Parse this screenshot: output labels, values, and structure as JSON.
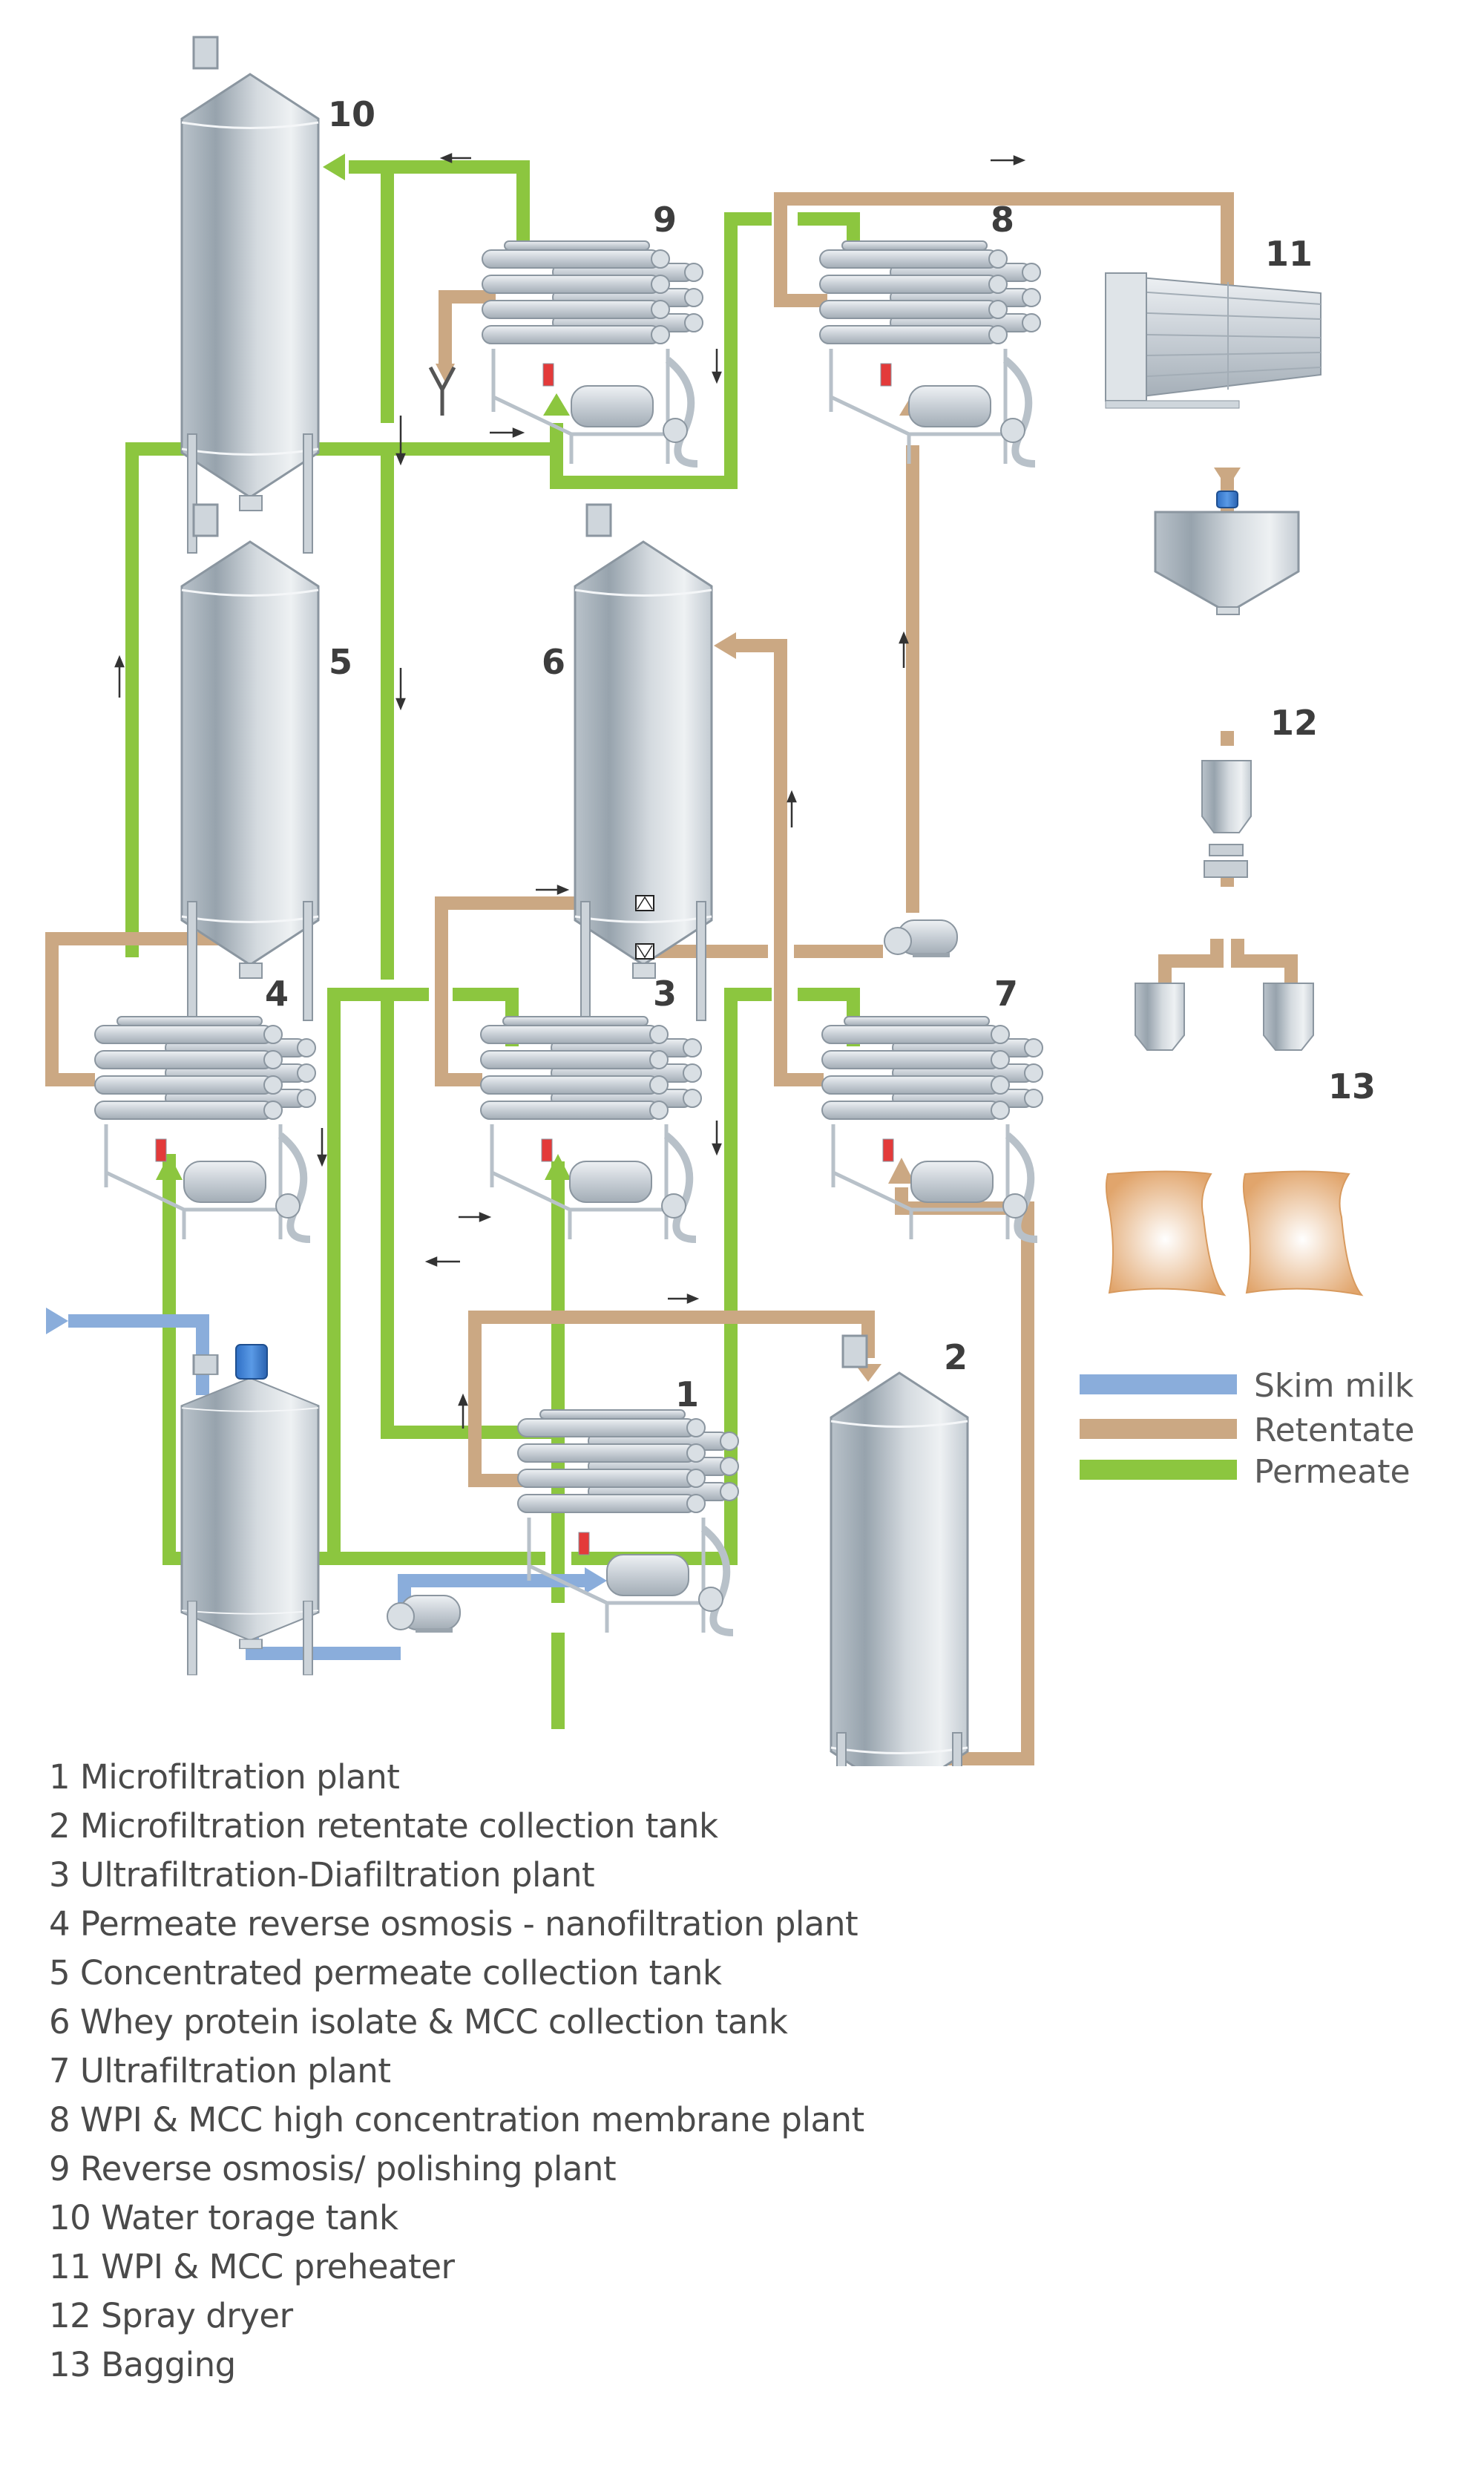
{
  "colors": {
    "skim_milk": "#8aaddb",
    "retentate": "#cba883",
    "permeate": "#8cc63f",
    "steel": "#c9d0d6",
    "label": "#3d3d3d"
  },
  "equipment_labels": {
    "u1": "1",
    "u2": "2",
    "u3": "3",
    "u4": "4",
    "u5": "5",
    "u6": "6",
    "u7": "7",
    "u8": "8",
    "u9": "9",
    "u10": "10",
    "u11": "11",
    "u12": "12",
    "u13": "13"
  },
  "legend": [
    {
      "label": "Skim milk",
      "color": "#8aaddb"
    },
    {
      "label": "Retentate",
      "color": "#cba883"
    },
    {
      "label": "Permeate",
      "color": "#8cc63f"
    }
  ],
  "key": [
    "1 Microfiltration plant",
    "2 Microfiltration retentate collection tank",
    "3 Ultrafiltration-Diafiltration plant",
    "4 Permeate reverse osmosis - nanofiltration plant",
    "5 Concentrated permeate collection tank",
    "6 Whey protein isolate & MCC collection tank",
    "7 Ultrafiltration plant",
    "8 WPI & MCC high concentration membrane plant",
    "9 Reverse osmosis/ polishing plant",
    "10 Water torage tank",
    "11 WPI & MCC preheater",
    "12 Spray dryer",
    "13 Bagging"
  ]
}
